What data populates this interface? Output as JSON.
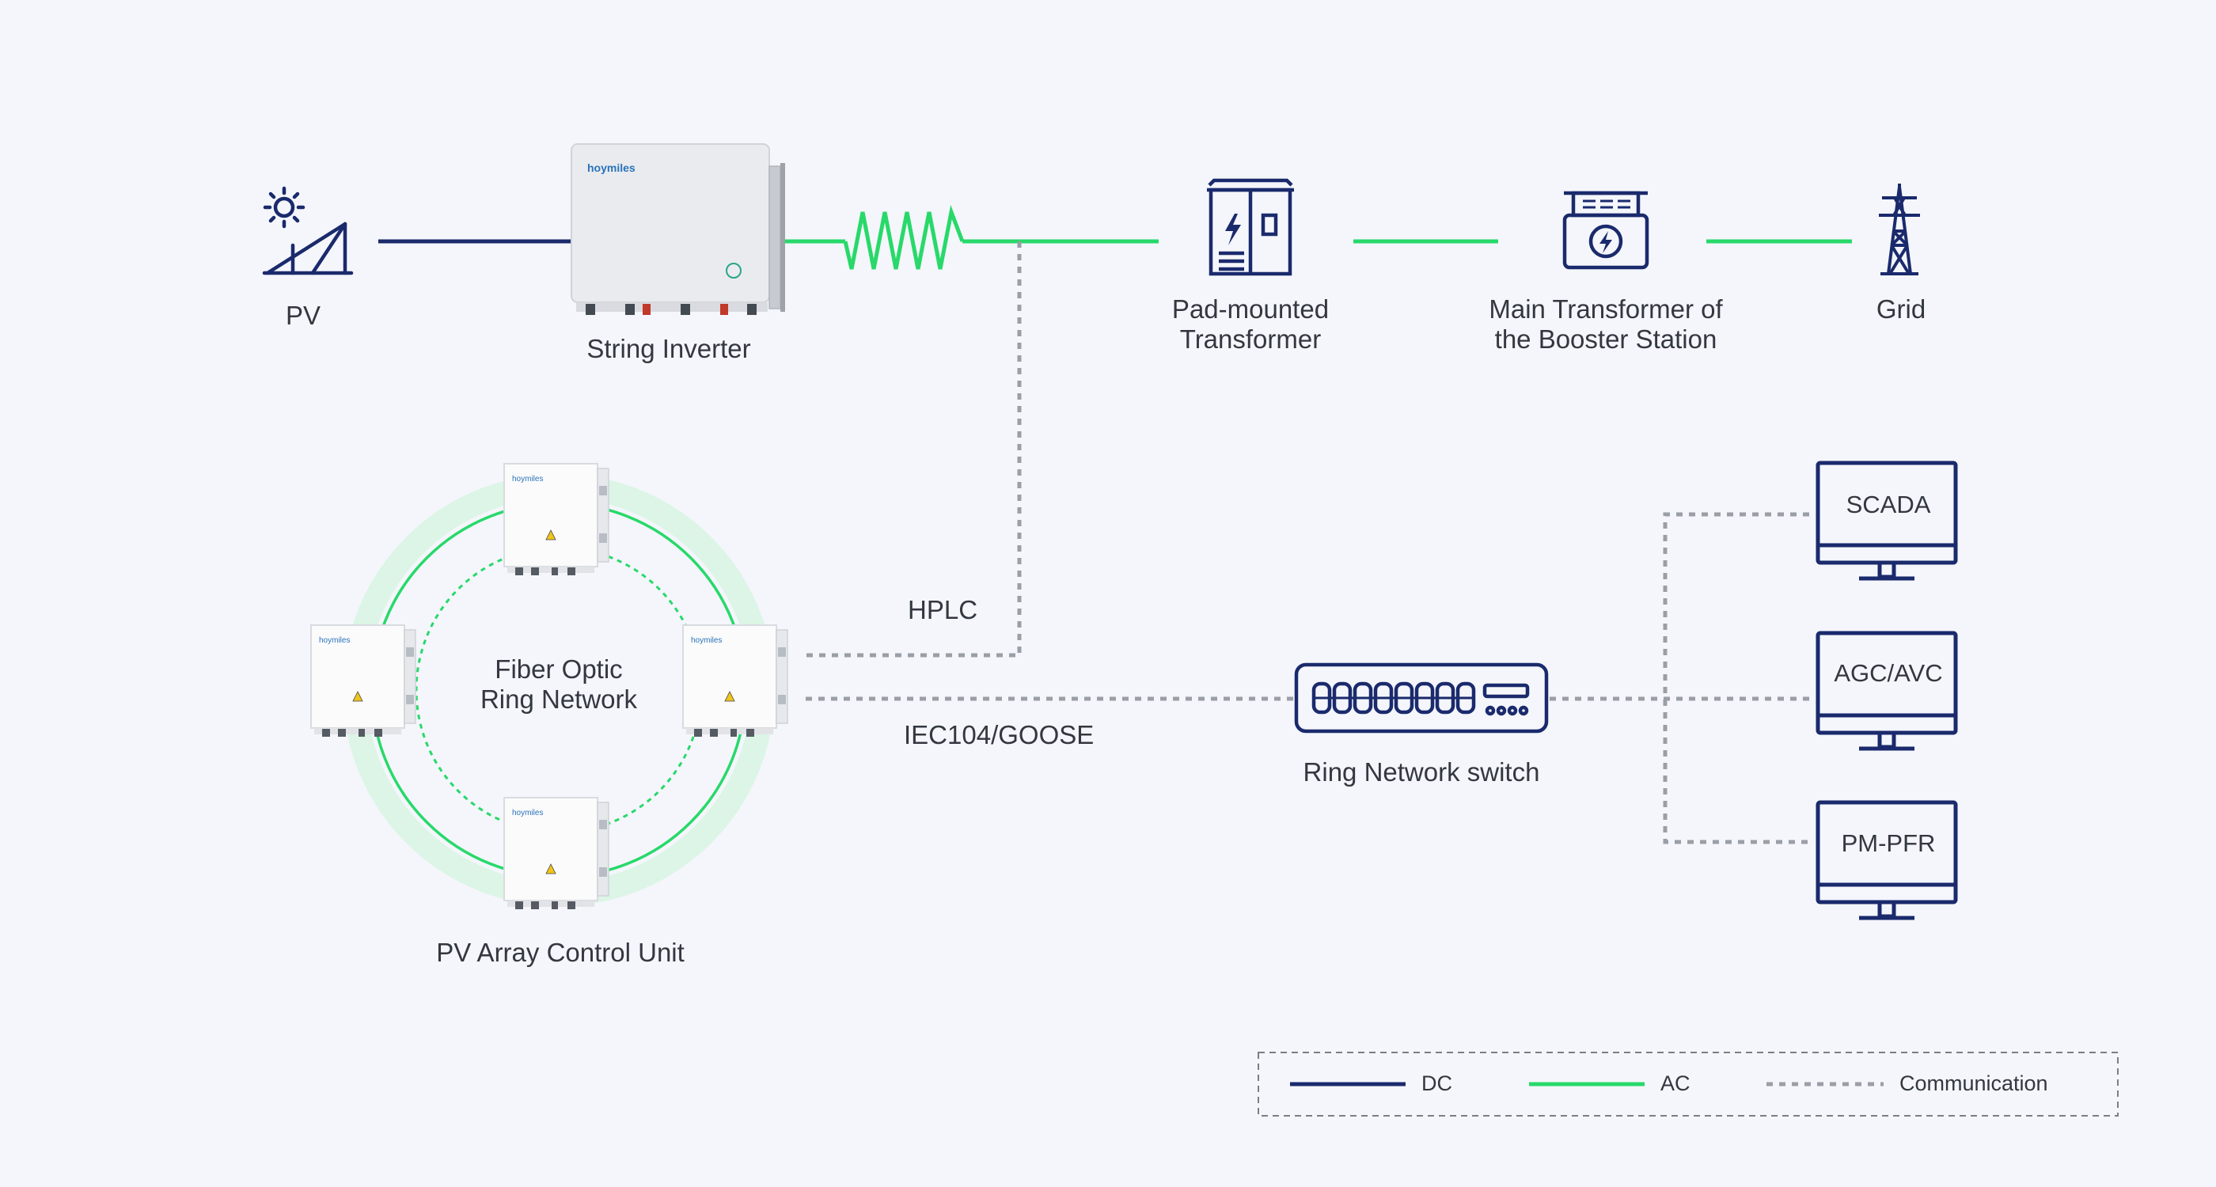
{
  "colors": {
    "dc": "#1a2a6c",
    "ac": "#28d96a",
    "comm": "#9a9ea6",
    "icon": "#1a2a6c",
    "text": "#333740",
    "background": "#f4f6fb"
  },
  "nodes": {
    "pv": {
      "label": "PV",
      "icon": "solar-panel-icon"
    },
    "string_inverter": {
      "label": "String Inverter",
      "brand": "hoymiles"
    },
    "pad_transformer": {
      "label": "Pad-mounted\nTransformer",
      "icon": "pad-transformer-icon"
    },
    "main_transformer": {
      "label": "Main Transformer of\nthe Booster Station",
      "icon": "main-transformer-icon"
    },
    "grid": {
      "label": "Grid",
      "icon": "transmission-tower-icon"
    },
    "ring": {
      "label": "Fiber Optic\nRing Network"
    },
    "control_unit": {
      "label": "PV Array Control Unit",
      "brand": "hoymiles"
    },
    "switch": {
      "label": "Ring Network switch",
      "icon": "network-switch-icon"
    }
  },
  "links": {
    "hplc": "HPLC",
    "iec": "IEC104/GOOSE"
  },
  "monitors": [
    {
      "label": "SCADA",
      "icon": "monitor-icon"
    },
    {
      "label": "AGC/AVC",
      "icon": "monitor-icon"
    },
    {
      "label": "PM-PFR",
      "icon": "monitor-icon"
    }
  ],
  "legend": {
    "dc": "DC",
    "ac": "AC",
    "comm": "Communication"
  }
}
